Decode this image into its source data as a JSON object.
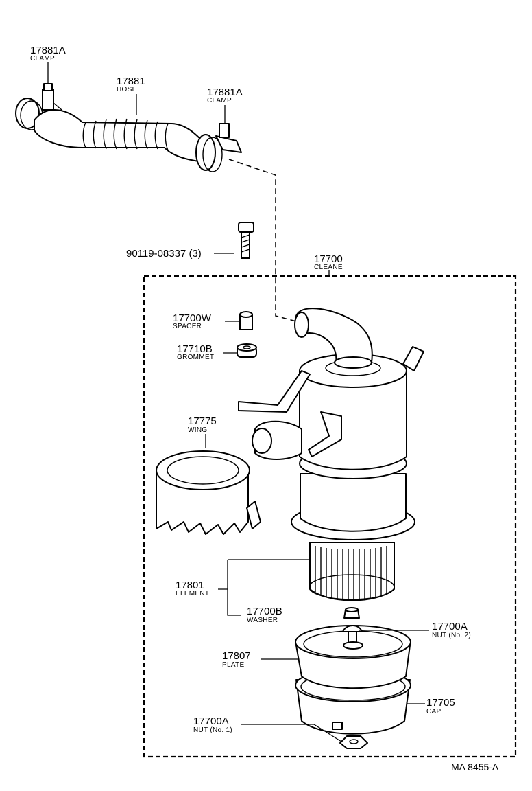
{
  "diagram": {
    "reference_code": "MA  8455-A",
    "parts": [
      {
        "id": "clamp-left",
        "number": "17881A",
        "name": "CLAMP"
      },
      {
        "id": "hose",
        "number": "17881",
        "name": "HOSE"
      },
      {
        "id": "clamp-right",
        "number": "17881A",
        "name": "CLAMP"
      },
      {
        "id": "bolt",
        "number": "90119-08337 (3)",
        "name": ""
      },
      {
        "id": "cleaner",
        "number": "17700",
        "name": "CLEANE"
      },
      {
        "id": "spacer",
        "number": "17700W",
        "name": "SPACER"
      },
      {
        "id": "grommet",
        "number": "17710B",
        "name": "GROMMET"
      },
      {
        "id": "wing",
        "number": "17775",
        "name": "WING"
      },
      {
        "id": "element",
        "number": "17801",
        "name": "ELEMENT"
      },
      {
        "id": "washer",
        "number": "17700B",
        "name": "WASHER"
      },
      {
        "id": "nut-no2",
        "number": "17700A",
        "name": "NUT (No. 2)"
      },
      {
        "id": "plate",
        "number": "17807",
        "name": "PLATE"
      },
      {
        "id": "cap",
        "number": "17705",
        "name": "CAP"
      },
      {
        "id": "nut-no1",
        "number": "17700A",
        "name": "NUT (No. 1)"
      }
    ]
  }
}
